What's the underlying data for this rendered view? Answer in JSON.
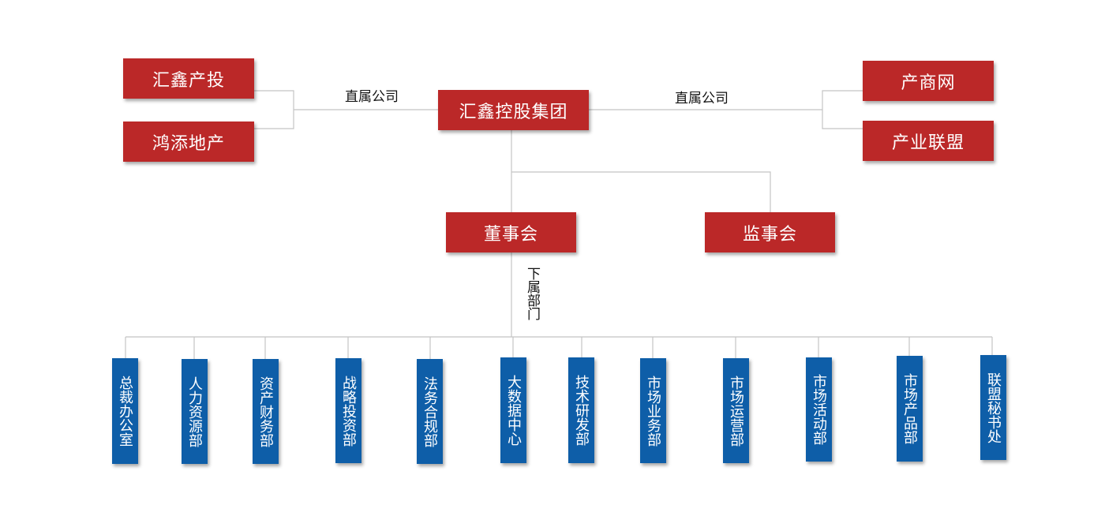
{
  "group": {
    "name": "汇鑫控股集团",
    "left_link_label": "直属公司",
    "right_link_label": "直属公司"
  },
  "subsidiaries_left": [
    {
      "name": "汇鑫产投"
    },
    {
      "name": "鸿添地产"
    }
  ],
  "subsidiaries_right": [
    {
      "name": "产商网"
    },
    {
      "name": "产业联盟"
    }
  ],
  "boards": {
    "directors": "董事会",
    "supervisors": "监事会"
  },
  "departments_label": "下属部门",
  "departments": [
    {
      "name": "总裁办公室"
    },
    {
      "name": "人力资源部"
    },
    {
      "name": "资产财务部"
    },
    {
      "name": "战略投资部"
    },
    {
      "name": "法务合规部"
    },
    {
      "name": "大数据中心"
    },
    {
      "name": "技术研发部"
    },
    {
      "name": "市场业务部"
    },
    {
      "name": "市场运营部"
    },
    {
      "name": "市场活动部"
    },
    {
      "name": "市场产品部"
    },
    {
      "name": "联盟秘书处"
    }
  ],
  "colors": {
    "red_box": "#bb2828",
    "blue_box": "#0e5ea8",
    "connector": "#c4c4c4"
  }
}
